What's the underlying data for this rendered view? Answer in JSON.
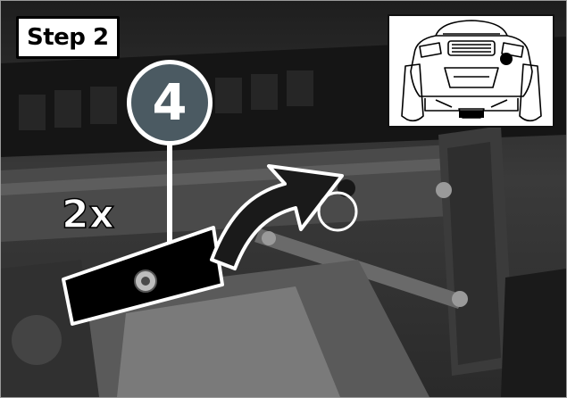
{
  "step": {
    "label": "Step 2"
  },
  "callout": {
    "number": "4"
  },
  "quantity": {
    "label": "2x"
  },
  "colors": {
    "callout_fill": "#4b5a62",
    "callout_ring": "#ffffff",
    "arrow_fill": "#1a1a1a",
    "arrow_outline": "#ffffff",
    "highlight_circle": "#ffffff"
  },
  "icons": {
    "arrow": "curved-arrow-icon",
    "inset_vehicle": "vehicle-rear-view-icon",
    "target_marker": "location-dot-icon"
  }
}
